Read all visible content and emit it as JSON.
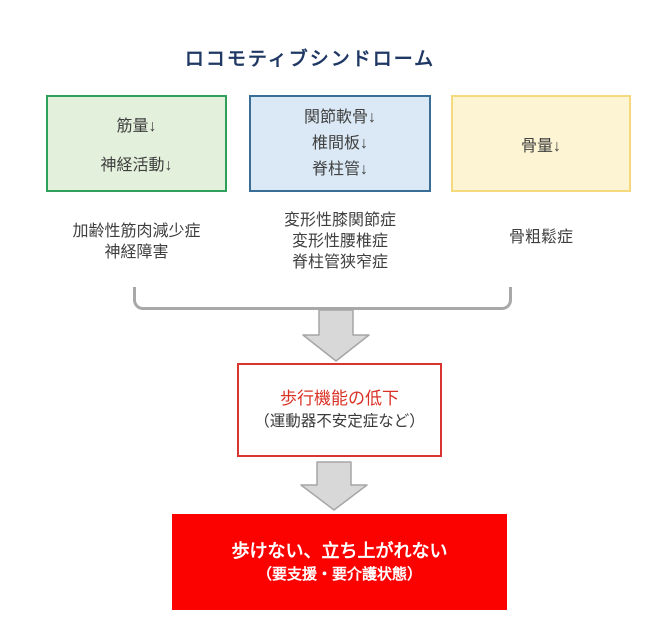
{
  "title": "ロコモティブシンドローム",
  "colors": {
    "title_text": "#1f3864",
    "body_text": "#3f3f3f",
    "muscle_box_bg": "#e3f0db",
    "muscle_box_border": "#2fa05c",
    "joint_box_bg": "#dbe9f6",
    "joint_box_border": "#3b6e96",
    "bone_box_bg": "#fdf4d4",
    "bone_box_border": "#f5d97d",
    "connector_gray": "#a8a8a8",
    "arrow_fill": "#d8d8d8",
    "mid_box_border": "#d93430",
    "mid_box_title_text": "#da3125",
    "final_box_bg": "#fb0100",
    "final_box_text": "#ffffff"
  },
  "factors": [
    {
      "id": "muscle",
      "lines": [
        "筋量↓",
        "神経活動↓"
      ],
      "diseases": [
        "加齢性筋肉減少症",
        "神経障害"
      ]
    },
    {
      "id": "joint",
      "lines": [
        "関節軟骨↓",
        "椎間板↓",
        "脊柱管↓"
      ],
      "diseases": [
        "変形性膝関節症",
        "変形性腰椎症",
        "脊柱管狭窄症"
      ]
    },
    {
      "id": "bone",
      "lines": [
        "骨量↓"
      ],
      "diseases": [
        "骨粗鬆症"
      ]
    }
  ],
  "mid_box": {
    "title": "歩行機能の低下",
    "subtitle": "（運動器不安定症など）"
  },
  "final_box": {
    "title": "歩けない、立ち上がれない",
    "subtitle": "（要支援・要介護状態）"
  }
}
